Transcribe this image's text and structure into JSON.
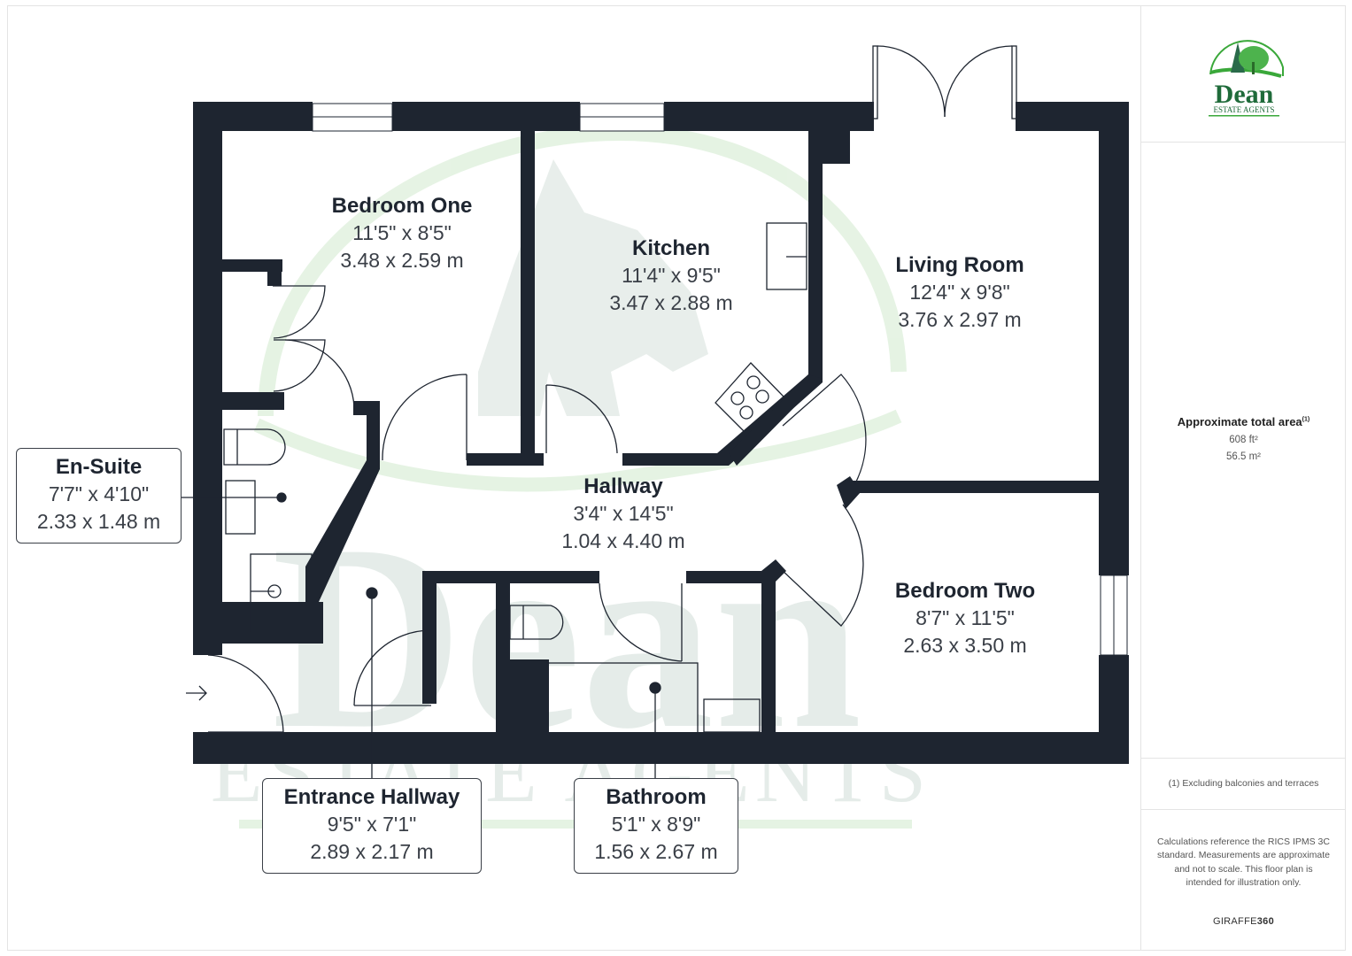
{
  "brand": {
    "name": "Dean",
    "tagline": "ESTATE AGENTS",
    "colors": {
      "dark_green": "#1f6b3a",
      "light_green": "#3aa83a",
      "wall": "#1e2530"
    }
  },
  "rooms": [
    {
      "id": "bedroom-one",
      "name": "Bedroom One",
      "imperial": "11'5\" x 8'5\"",
      "metric": "3.48 x 2.59 m"
    },
    {
      "id": "kitchen",
      "name": "Kitchen",
      "imperial": "11'4\" x 9'5\"",
      "metric": "3.47 x 2.88 m"
    },
    {
      "id": "living-room",
      "name": "Living Room",
      "imperial": "12'4\" x 9'8\"",
      "metric": "3.76 x 2.97 m"
    },
    {
      "id": "hallway",
      "name": "Hallway",
      "imperial": "3'4\" x 14'5\"",
      "metric": "1.04 x 4.40 m"
    },
    {
      "id": "bedroom-two",
      "name": "Bedroom Two",
      "imperial": "8'7\" x 11'5\"",
      "metric": "2.63 x 3.50 m"
    },
    {
      "id": "en-suite",
      "name": "En-Suite",
      "imperial": "7'7\" x 4'10\"",
      "metric": "2.33 x 1.48 m"
    },
    {
      "id": "entrance-hallway",
      "name": "Entrance Hallway",
      "imperial": "9'5\" x 7'1\"",
      "metric": "2.89 x 2.17 m"
    },
    {
      "id": "bathroom",
      "name": "Bathroom",
      "imperial": "5'1\" x 8'9\"",
      "metric": "1.56 x 2.67 m"
    }
  ],
  "summary": {
    "title": "Approximate total area",
    "footnote_marker": "(1)",
    "area_ft": "608 ft²",
    "area_m": "56.5 m²"
  },
  "footnote": "(1) Excluding balconies and terraces",
  "disclaimer": "Calculations reference the RICS IPMS 3C standard. Measurements are approximate and not to scale. This floor plan is intended for illustration only.",
  "credit": {
    "prefix": "GIRAFFE",
    "suffix": "360"
  },
  "watermark": {
    "text_main": "Dean",
    "text_sub": "ESTATE AGENTS"
  }
}
